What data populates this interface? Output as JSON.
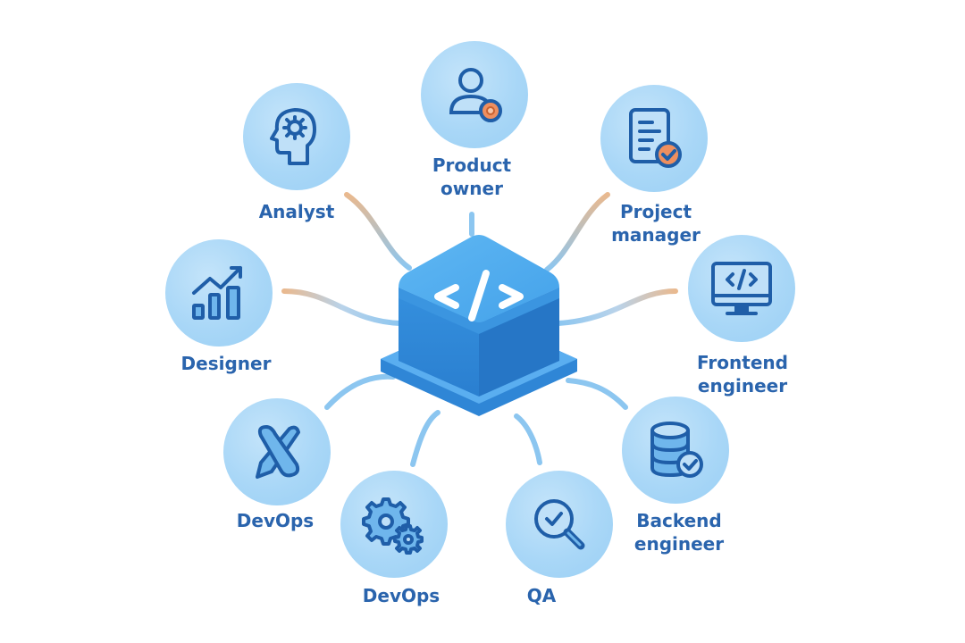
{
  "diagram": {
    "center": {
      "icon": "code-brackets-icon",
      "glyph": "</>"
    },
    "roles": [
      {
        "id": "product-owner",
        "label_line1": "Product",
        "label_line2": "owner",
        "icon": "user-target-icon"
      },
      {
        "id": "analyst",
        "label_line1": "Analyst",
        "label_line2": "",
        "icon": "head-gear-icon"
      },
      {
        "id": "project-manager",
        "label_line1": "Project",
        "label_line2": "manager",
        "icon": "document-check-icon"
      },
      {
        "id": "designer",
        "label_line1": "Designer",
        "label_line2": "",
        "icon": "chart-growth-icon"
      },
      {
        "id": "frontend-engineer",
        "label_line1": "Frontend",
        "label_line2": "engineer",
        "icon": "monitor-code-icon"
      },
      {
        "id": "devops-1",
        "label_line1": "DevOps",
        "label_line2": "",
        "icon": "pencil-brush-icon"
      },
      {
        "id": "devops-2",
        "label_line1": "DevOps",
        "label_line2": "",
        "icon": "gears-icon"
      },
      {
        "id": "qa",
        "label_line1": "QA",
        "label_line2": "",
        "icon": "magnifier-check-icon"
      },
      {
        "id": "backend-engineer",
        "label_line1": "Backend",
        "label_line2": "engineer",
        "icon": "database-check-icon"
      }
    ],
    "colors": {
      "node_fill": "#a9d7f7",
      "icon_stroke": "#1f5ea8",
      "label": "#2a64ad",
      "hub_top": "#55aef0",
      "hub_side": "#2f86d6",
      "connector_blue": "#8cc6f0",
      "connector_orange": "#e9b98f",
      "accent_orange": "#ee8f5f"
    }
  }
}
